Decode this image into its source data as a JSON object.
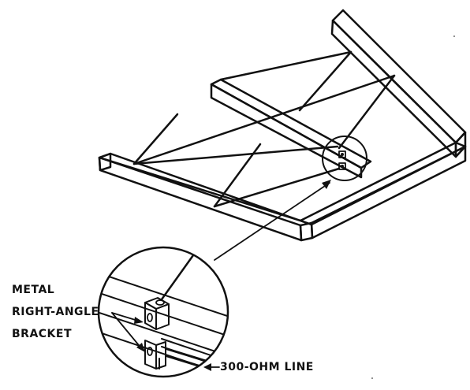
{
  "labels": {
    "metal": "METAL",
    "right_angle": "RIGHT-ANGLE",
    "bracket": "BRACKET",
    "line": "300-OHM LINE"
  }
}
